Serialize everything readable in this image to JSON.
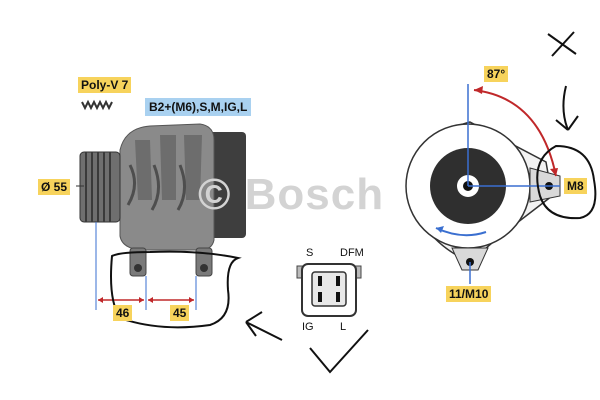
{
  "labels": {
    "belt": "Poly-V 7",
    "terminals": "B2+(M6),S,M,IG,L",
    "pulley_diameter": "Ø 55",
    "dim_left": "46",
    "dim_right": "45",
    "angle": "87°",
    "mount_right": "M8",
    "mount_bottom": "11/M10",
    "pin_s": "S",
    "pin_dfm": "DFM",
    "pin_ig": "IG",
    "pin_l": "L"
  },
  "watermark": "© Bosch",
  "colors": {
    "label_yellow": "#f7d35c",
    "label_blue": "#a9d1f0",
    "arrow_red": "#c0282a",
    "guide_blue": "#3a6fd0",
    "body_gray": "#7a7a7a",
    "ink": "#111111"
  }
}
